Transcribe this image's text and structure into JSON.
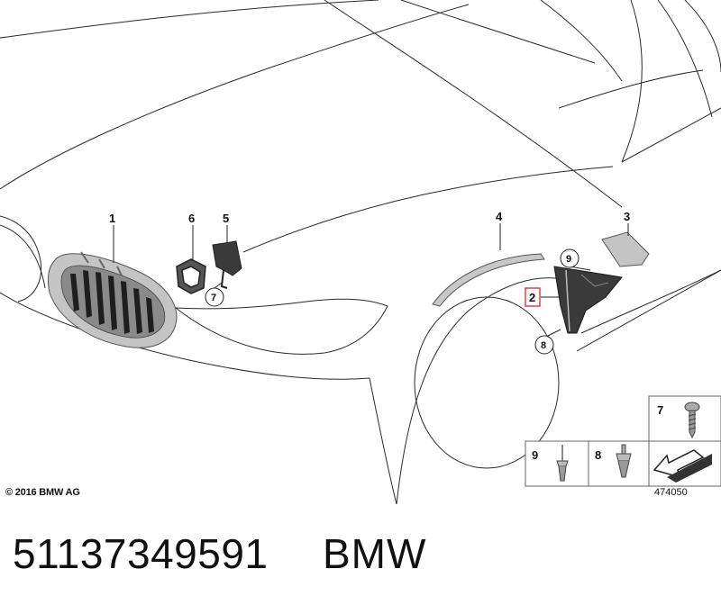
{
  "diagram": {
    "callouts": {
      "grille": "1",
      "selected_part": "2",
      "side_cover": "3",
      "trim_strip": "4",
      "bracket_5": "5",
      "bracket_6": "6",
      "screw_7": "7",
      "clip_8": "8",
      "clip_9": "9"
    },
    "legend": {
      "screw": "7",
      "expanding_rivet": "9",
      "clip": "8"
    },
    "colors": {
      "highlight_box": "#e0404a",
      "line": "#2a2a2a",
      "grille_frame": "#c4c4c4",
      "dark_part": "#3a3a3a"
    }
  },
  "footer": {
    "copyright": "© 2016 BMW AG",
    "diagram_number": "474050"
  },
  "caption": {
    "part_number": "51137349591",
    "brand": "BMW"
  }
}
